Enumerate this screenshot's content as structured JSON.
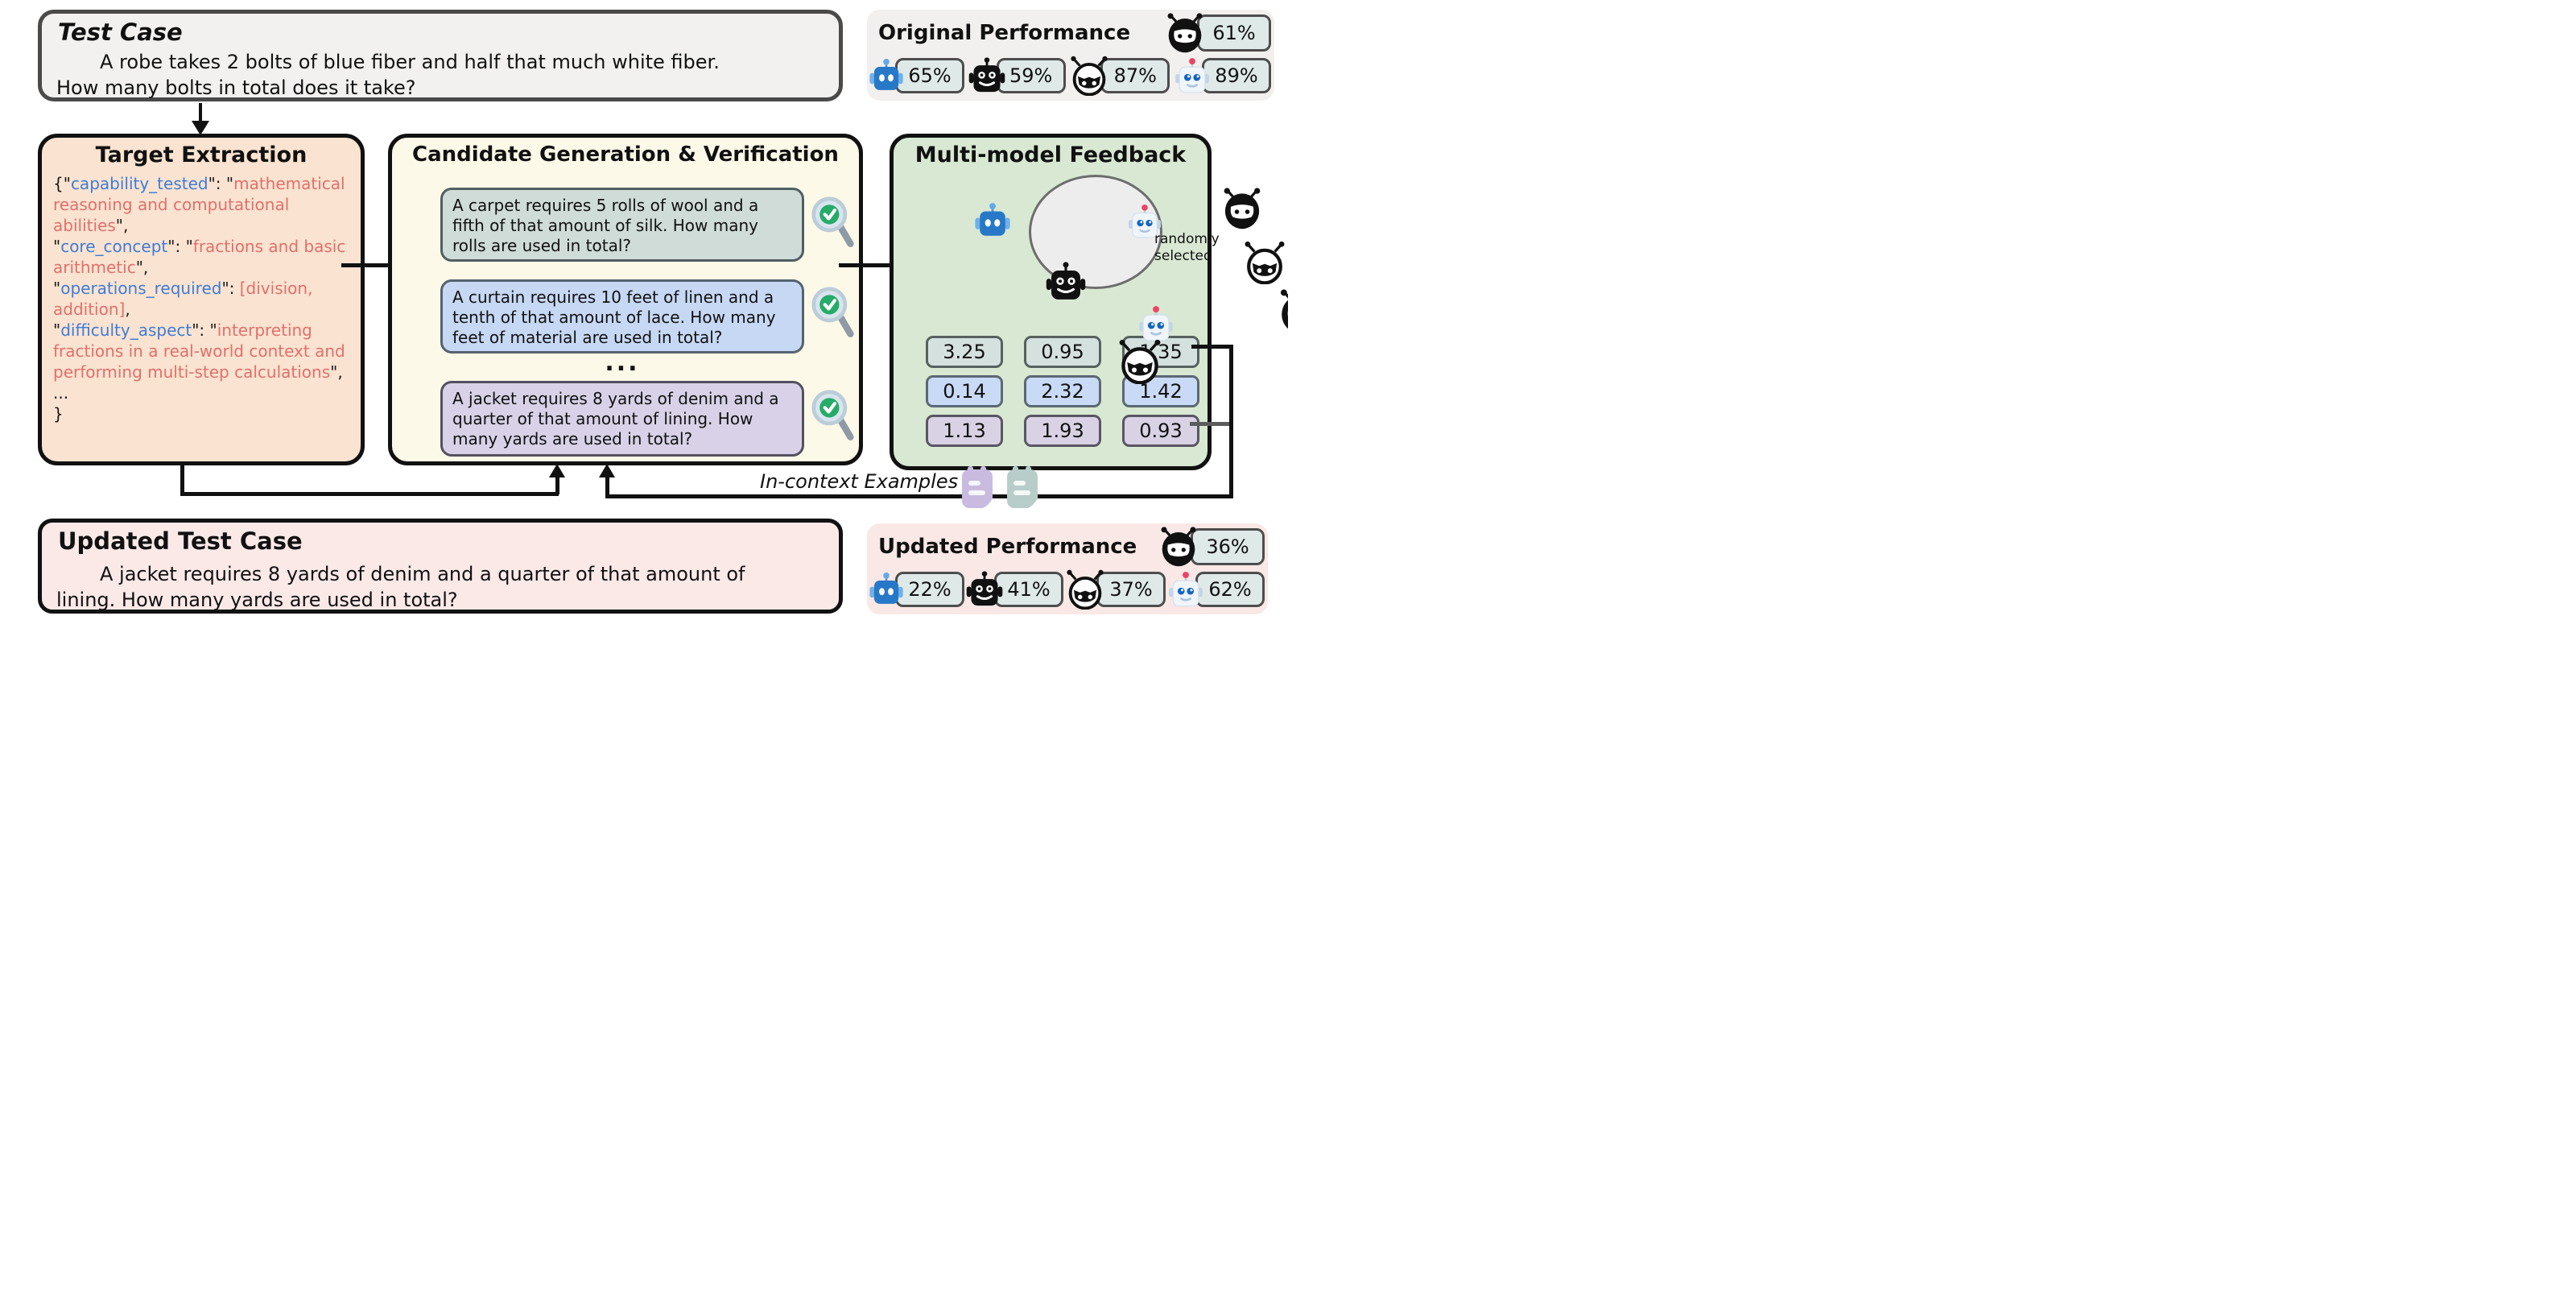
{
  "punct": {
    "open_brace": "{",
    "quote": "\"",
    "colon_quote": "\": \"",
    "quote_comma": "\",",
    "colon_open": "\": ",
    "comma": ","
  },
  "test_case": {
    "title": "Test Case",
    "line1": "A robe takes 2 bolts of blue fiber and half that much white fiber.",
    "line2": "How many bolts in total does it take?"
  },
  "original_performance": {
    "title": "Original Performance",
    "leader": {
      "icon": "ninja-robot-icon",
      "score": "61%"
    },
    "models": [
      {
        "icon": "blue-robot-icon",
        "score": "65%"
      },
      {
        "icon": "black-robot-icon",
        "score": "59%"
      },
      {
        "icon": "cat-robot-icon",
        "score": "87%"
      },
      {
        "icon": "white-robot-icon",
        "score": "89%"
      }
    ]
  },
  "target_extraction": {
    "title": "Target Extraction",
    "entries": [
      {
        "key": "capability_tested",
        "value": "mathematical reasoning and computational abilities"
      },
      {
        "key": "core_concept",
        "value": "fractions and basic arithmetic"
      },
      {
        "key": "operations_required",
        "value": "[division, addition]"
      },
      {
        "key": "difficulty_aspect",
        "value": "interpreting fractions in a real-world context and performing multi-step calculations"
      }
    ],
    "ellipsis": "...",
    "close_brace": "}"
  },
  "candidate_generation": {
    "title": "Candidate Generation & Verification",
    "candidates": [
      {
        "text": "A carpet requires 5 rolls of wool and a fifth of that amount of silk. How many rolls are used in total?",
        "verified": true
      },
      {
        "text": "A curtain requires 10 feet of linen and a tenth of that amount of lace. How many feet of material are used in total?",
        "verified": true
      },
      {
        "text": "A jacket requires 8 yards of denim and a quarter of that amount of lining. How many yards are used in total?",
        "verified": true
      }
    ],
    "ellipsis": "..."
  },
  "feedback": {
    "title": "Multi-model Feedback",
    "randomly_selected": "randomly selected",
    "columns": [
      "white-robot-icon",
      "ninja-robot-icon",
      "cat-robot-icon"
    ],
    "rows": [
      [
        "3.25",
        "0.95",
        "1.35"
      ],
      [
        "0.14",
        "2.32",
        "1.42"
      ],
      [
        "1.13",
        "1.93",
        "0.93"
      ]
    ]
  },
  "in_context": {
    "label": "In-context Examples"
  },
  "updated_test_case": {
    "title": "Updated Test Case",
    "line1": "A jacket requires 8 yards of denim and a quarter of that amount of",
    "line2": "lining. How many yards are used in total?"
  },
  "updated_performance": {
    "title": "Updated Performance",
    "leader": {
      "icon": "ninja-robot-icon",
      "score": "36%"
    },
    "models": [
      {
        "icon": "blue-robot-icon",
        "score": "22%"
      },
      {
        "icon": "black-robot-icon",
        "score": "41%"
      },
      {
        "icon": "cat-robot-icon",
        "score": "37%"
      },
      {
        "icon": "white-robot-icon",
        "score": "62%"
      }
    ]
  },
  "colors": {
    "target_box": "#fae3d0",
    "candidate_box": "#fdf9e8",
    "feedback_box": "#d8e8d3",
    "updated_box": "#fbe9e8",
    "json_key": "#3f7cd8",
    "json_value": "#e0706d",
    "check_green": "#27ab68",
    "card_green": "#cfdcd7",
    "card_blue": "#c6d8f4",
    "card_purple": "#d8d1e7"
  }
}
